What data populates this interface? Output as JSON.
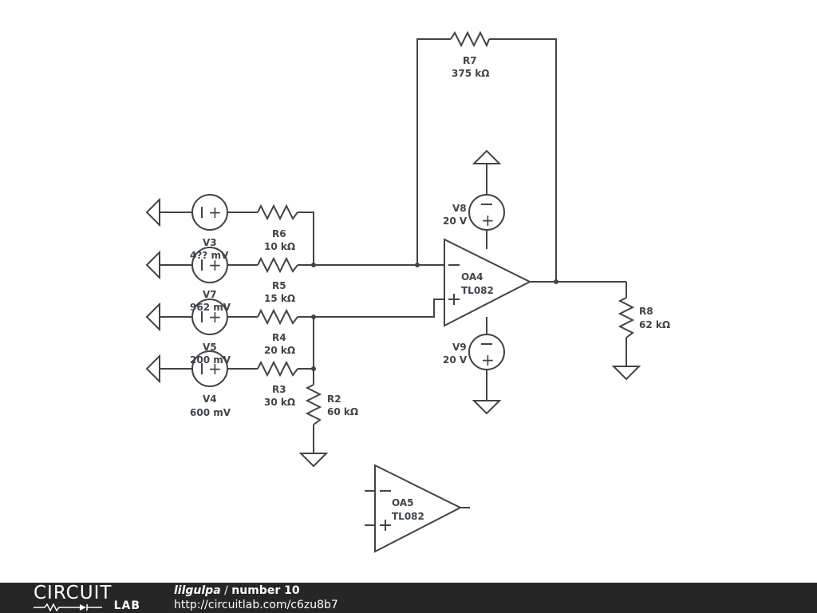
{
  "schematic": {
    "components": {
      "R7": {
        "ref": "R7",
        "value": "375 kΩ"
      },
      "R6": {
        "ref": "R6",
        "value": "10 kΩ"
      },
      "R5": {
        "ref": "R5",
        "value": "15 kΩ"
      },
      "R4": {
        "ref": "R4",
        "value": "20 kΩ"
      },
      "R3": {
        "ref": "R3",
        "value": "30 kΩ"
      },
      "R2": {
        "ref": "R2",
        "value": "60 kΩ"
      },
      "R8": {
        "ref": "R8",
        "value": "62 kΩ"
      },
      "V3": {
        "ref": "V3",
        "value": "4?? mV"
      },
      "V7": {
        "ref": "V7",
        "value": "962 mV"
      },
      "V5": {
        "ref": "V5",
        "value": "200 mV"
      },
      "V4": {
        "ref": "V4",
        "value": "600 mV"
      },
      "V8": {
        "ref": "V8",
        "value": "20 V"
      },
      "V9": {
        "ref": "V9",
        "value": "20 V"
      },
      "OA4": {
        "ref": "OA4",
        "value": "TL082"
      },
      "OA5": {
        "ref": "OA5",
        "value": "TL082"
      }
    },
    "symbols": {
      "plus": "+",
      "minus": "−",
      "bar": "|"
    }
  },
  "footer": {
    "logo_top": "CIRCUIT",
    "logo_bottom": "LAB",
    "user": "lilgulpa",
    "separator": " / ",
    "circuit_name": "number 10",
    "url": "http://circuitlab.com/c6zu8b7"
  },
  "colors": {
    "wire": "#404448",
    "footer_bg": "#262626",
    "footer_text": "#ffffff"
  }
}
